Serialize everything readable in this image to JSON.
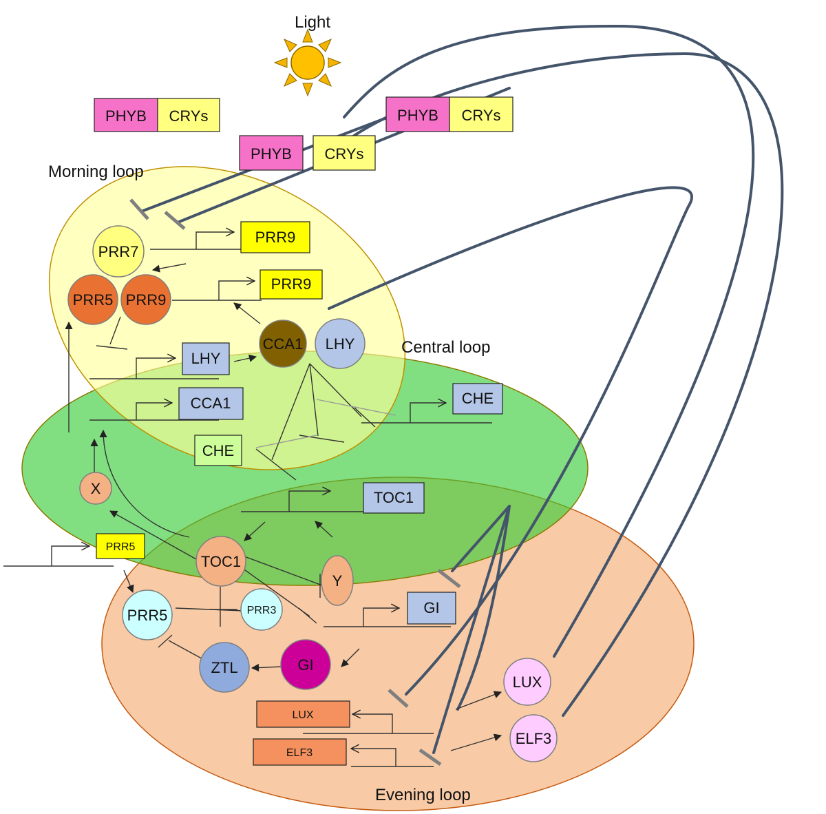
{
  "labels": {
    "light": "Light",
    "morning_loop": "Morning loop",
    "central_loop": "Central  loop",
    "evening_loop": "Evening loop"
  },
  "photoreceptors": {
    "phyb": "PHYB",
    "crys": "CRYs"
  },
  "morning": {
    "prr9_gene_1": "PRR9",
    "prr9_gene_2": "PRR9",
    "prr7": "PRR7",
    "prr5": "PRR5",
    "prr9": "PRR9",
    "lhy_gene": "LHY",
    "cca1_gene": "CCA1",
    "cca1": "CCA1",
    "lhy": "LHY"
  },
  "central": {
    "che_gene_right": "CHE",
    "che_gene_left": "CHE",
    "toc1_gene": "TOC1",
    "x": "X",
    "prr5_gene": "PRR5"
  },
  "evening": {
    "toc1": "TOC1",
    "y": "Y",
    "gi_gene": "GI",
    "prr5": "PRR5",
    "prr3": "PRR3",
    "ztl": "ZTL",
    "gi": "GI",
    "lux": "LUX",
    "elf3": "ELF3",
    "lux_gene": "LUX",
    "elf3_gene": "ELF3"
  },
  "colors": {
    "phyb": "#f572c8",
    "crys": "#ffff80",
    "morning_loop_fill": "#ffff99",
    "central_loop_fill": "#33cc33",
    "evening_loop_fill": "#f8cba6",
    "light_blue_gene": "#b4c6e7",
    "orange_protein": "#e97132",
    "salmon_protein": "#f4b183",
    "olive_protein": "#806000",
    "magenta_protein": "#cc0099",
    "pale_cyan_protein": "#ccffff",
    "steel_blue_protein": "#8faadc",
    "lavender_protein": "#ffccff",
    "thick_line": "#44546a"
  },
  "icons": {
    "sun": "sun-icon"
  }
}
